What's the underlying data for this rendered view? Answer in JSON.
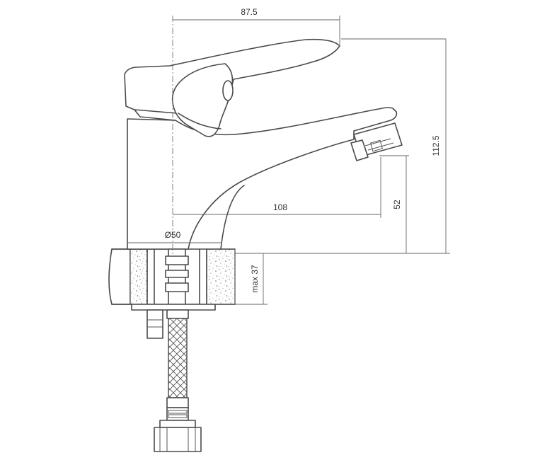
{
  "diagram": {
    "dimensions": {
      "handle_reach": "87.5",
      "total_height": "112.5",
      "spout_reach": "108",
      "spout_height": "52",
      "base_diameter": "Ø50",
      "max_thickness": "max 37"
    }
  }
}
